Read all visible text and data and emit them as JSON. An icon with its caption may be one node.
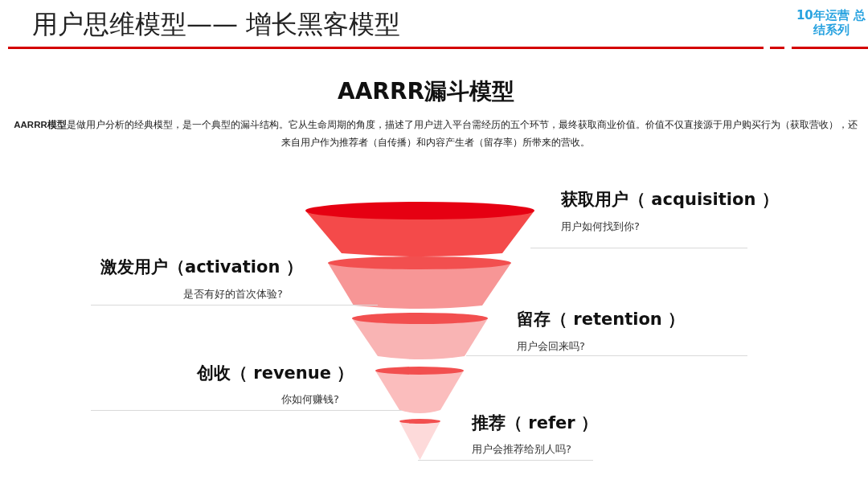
{
  "diagram": {
    "title": "用户思维模型—— 增长黑客模型",
    "nodes": [
      {
        "text": [],
        "shape": "trapezoid",
        "beside": [
          "获取用户（ acquisition ）",
          "用户如何找到你?"
        ]
      },
      {
        "text": [],
        "shape": "trapezoid",
        "beside": [
          "激发用户（activation ）",
          "是否有好的首次体验?"
        ]
      },
      {
        "text": [],
        "shape": "trapezoid",
        "beside": [
          "留存（ retention ）",
          "用户会回来吗?"
        ]
      },
      {
        "text": [],
        "shape": "trapezoid",
        "beside": [
          "创收（ revenue ）",
          "你如何赚钱?"
        ]
      },
      {
        "text": [],
        "shape": "triangle",
        "beside": [
          "推荐（ refer ）",
          "用户会推荐给别人吗?"
        ]
      }
    ],
    "labels": [
      "10年运营 总结系列",
      "AARRR漏斗模型",
      "**AARRR模型**是做用户分析的经典模型，是一个典型的漏斗结构。它从生命周期的角度，描述了用户进入平台需经历的五个环节，最终获取商业价值。价值不仅直接源于用户购买行为（获取营收），还来自用户作为推荐者（自传播）和内容产生者（留存率）所带来的营收。"
    ]
  }
}
